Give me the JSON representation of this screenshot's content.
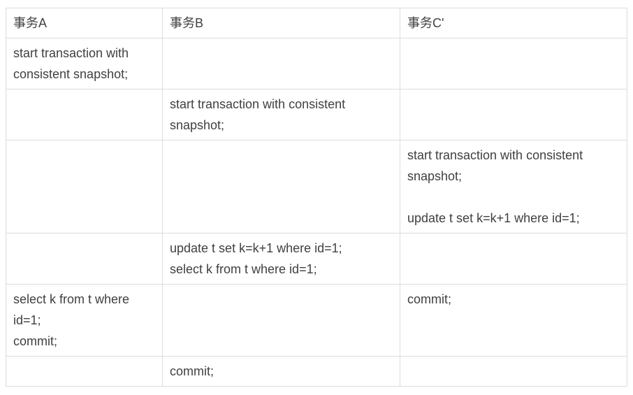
{
  "table": {
    "headers": [
      "事务A",
      "事务B",
      "事务C'"
    ],
    "rows": [
      {
        "cells": [
          "start transaction with consistent snapshot;",
          "",
          ""
        ]
      },
      {
        "cells": [
          "",
          "start transaction with consistent snapshot;",
          ""
        ]
      },
      {
        "cells": [
          "",
          "",
          "start transaction with consistent snapshot;\n\nupdate t set k=k+1 where id=1;"
        ]
      },
      {
        "cells": [
          "",
          "update t set k=k+1 where id=1;\nselect k from t where id=1;",
          ""
        ]
      },
      {
        "cells": [
          "select k from t where\nid=1;\ncommit;",
          "",
          "commit;"
        ]
      },
      {
        "cells": [
          "",
          "commit;",
          ""
        ]
      }
    ],
    "colors": {
      "border": "#dcdcdc",
      "text": "#404040",
      "background": "#ffffff"
    }
  }
}
